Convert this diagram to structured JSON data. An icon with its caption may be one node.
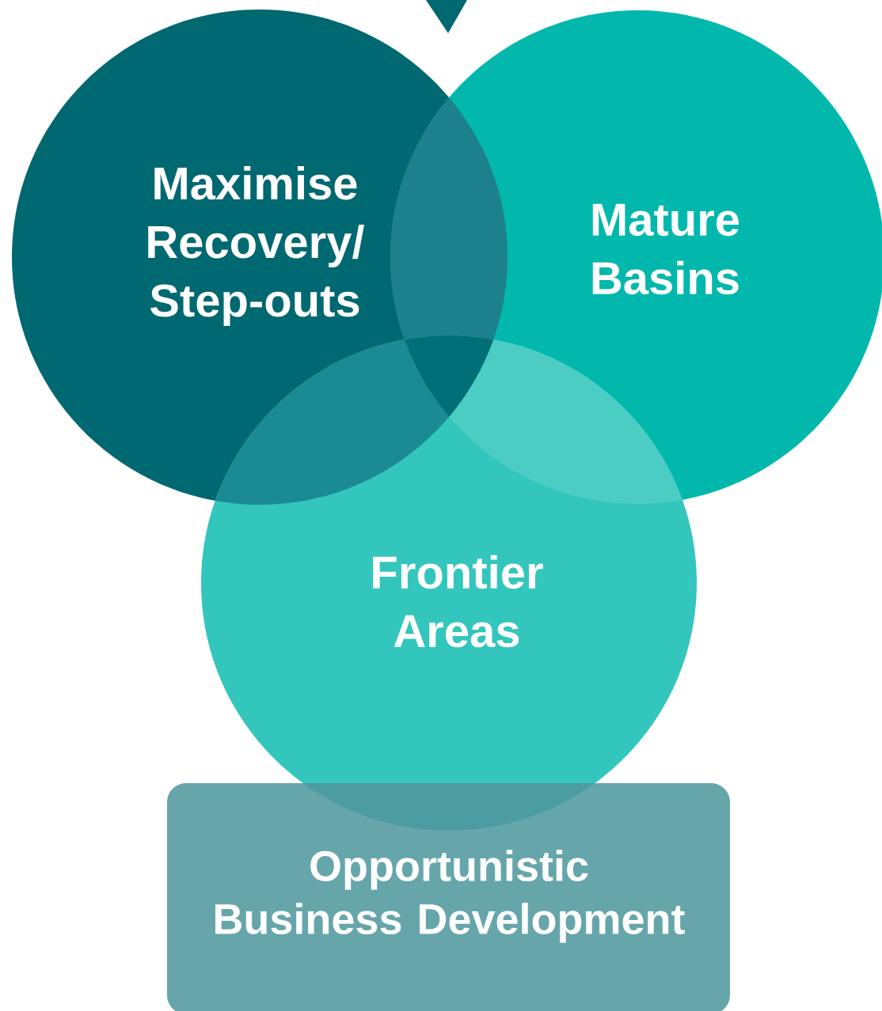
{
  "diagram": {
    "nodes": [
      {
        "text": [
          "Maximise Recovery/ Step-outs"
        ]
      },
      {
        "text": [
          "Mature Basins"
        ]
      },
      {
        "text": [
          "Frontier Areas"
        ]
      },
      {
        "text": [
          "Opportunistic Business Development"
        ]
      }
    ]
  }
}
